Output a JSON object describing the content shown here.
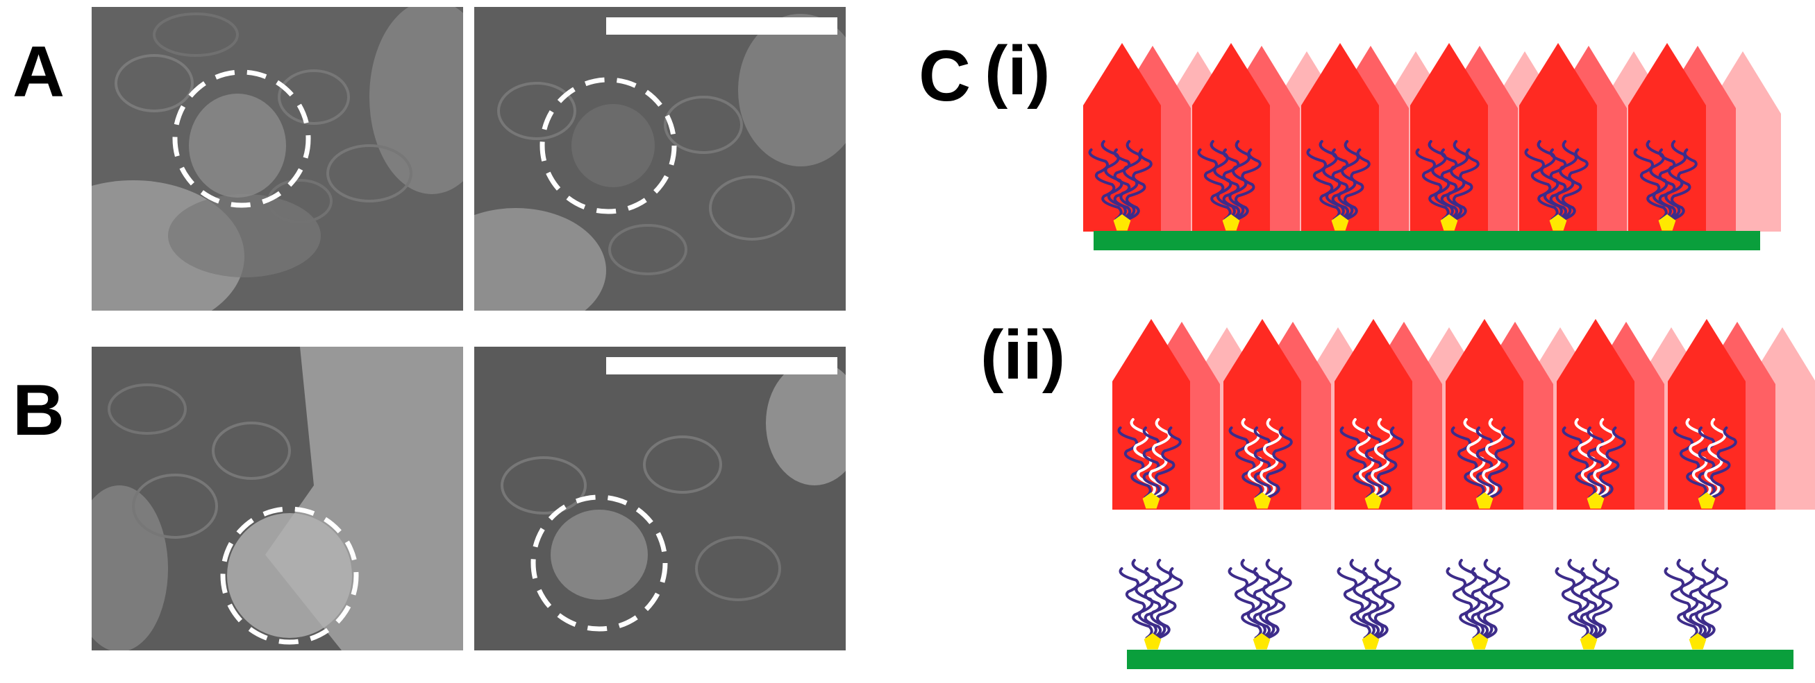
{
  "labels": {
    "a": "A",
    "b": "B",
    "c": "C",
    "c_i": "(i)",
    "c_ii": "(ii)"
  },
  "colors": {
    "crystal_front": "#ff2a22",
    "crystal_mid": "#ff6064",
    "crystal_back": "#ffb4b6",
    "substrate": "#0a9f3c",
    "anchor": "#ffe800",
    "strand": "#3d2c8a",
    "strand_released": "#ffffff",
    "circle": "#ffffff"
  },
  "icons": {
    "circle_marker": "dashed-circle-icon",
    "scale_bar": "scale-bar-icon",
    "molecule": "wavy-strand-icon"
  }
}
